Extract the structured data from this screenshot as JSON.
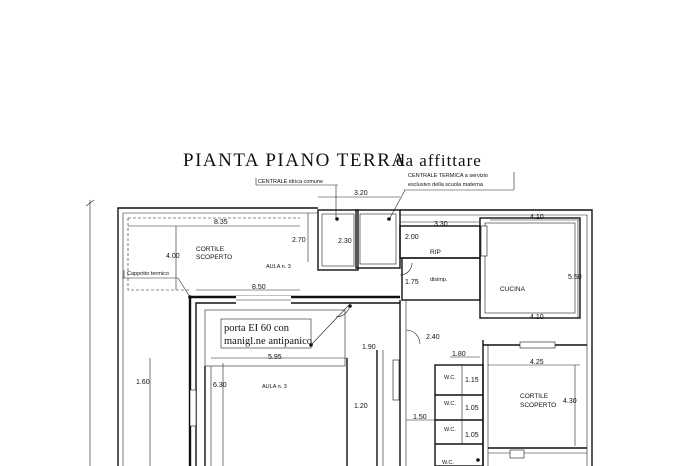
{
  "title": {
    "main": "PIANTA PIANO TERRA",
    "sub": "da affittare"
  },
  "callouts": {
    "centrale_idrica": "CENTRALE idrica comune",
    "centrale_termica_1": "CENTRALE TERMICA a servizio",
    "centrale_termica_2": "esclusivo della scuola materna",
    "cappotto": "Cappotto termico",
    "porta_1": "porta EI 60 con",
    "porta_2": "manigl.ne antipanico"
  },
  "rooms": {
    "cortile_nw_1": "CORTILE",
    "cortile_nw_2": "SCOPERTO",
    "aula_top": "AULA n. 3",
    "rip": "RIP",
    "disimp": "disimp.",
    "cucina": "CUCINA",
    "aula_main": "AULA n. 3",
    "wc1": "W.C.",
    "wc2": "W.C.",
    "wc3": "W.C.",
    "wc4": "W.C.",
    "cortile_se_1": "CORTILE",
    "cortile_se_2": "SCOPERTO"
  },
  "dimensions": {
    "d_8_35": "8.35",
    "d_4_00": "4.00",
    "d_2_70": "2.70",
    "d_2_30": "2.30",
    "d_3_20": "3.20",
    "d_3_30": "3.30",
    "d_2_00": "2.00",
    "d_4_10_top": "4.10",
    "d_5_50": "5.50",
    "d_1_75": "1.75",
    "d_4_10_mid": "4.10",
    "d_8_50": "8.50",
    "d_2_40": "2.40",
    "d_1_90": "1.90",
    "d_1_80": "1.80",
    "d_5_95": "5.95",
    "d_4_25": "4.25",
    "d_1_60": "1.60",
    "d_6_30": "6.30",
    "d_1_15": "1.15",
    "d_1_20": "1.20",
    "d_1_50": "1.50",
    "d_1_05_a": "1.05",
    "d_1_05_b": "1.05",
    "d_4_30": "4.30"
  }
}
